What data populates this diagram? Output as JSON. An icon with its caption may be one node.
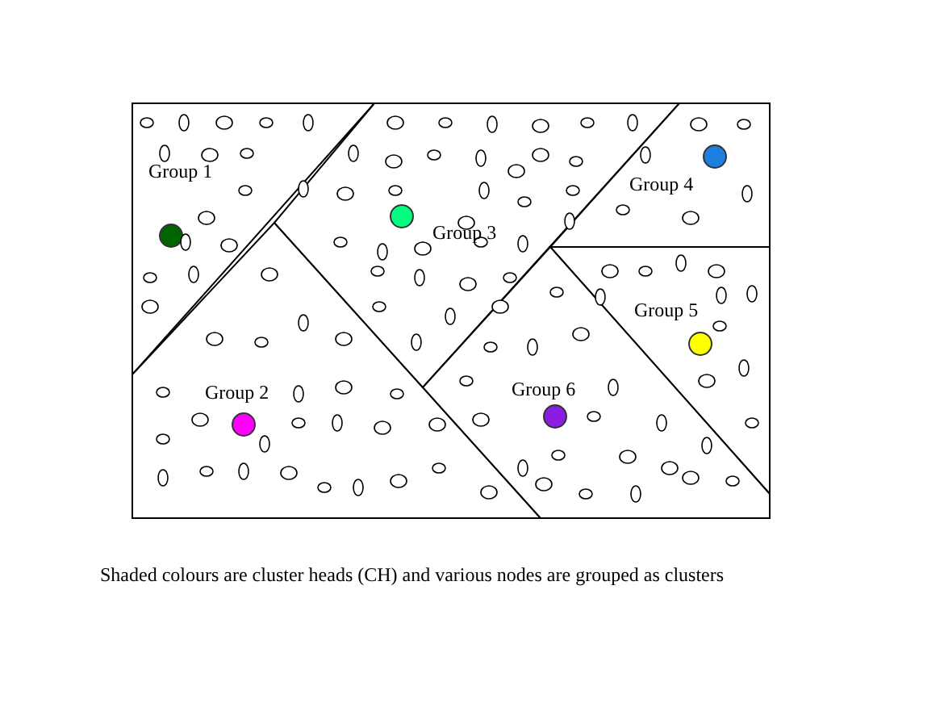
{
  "diagram": {
    "caption": "Shaded colours are cluster heads (CH) and various nodes are grouped as clusters",
    "nodes": [
      {
        "text": [
          "Group 1"
        ]
      },
      {
        "text": [
          "Group 2"
        ]
      },
      {
        "text": [
          "Group 3"
        ]
      },
      {
        "text": [
          "Group 4"
        ]
      },
      {
        "text": [
          "Group 5"
        ]
      },
      {
        "text": [
          "Group 6"
        ]
      }
    ],
    "labels": []
  }
}
